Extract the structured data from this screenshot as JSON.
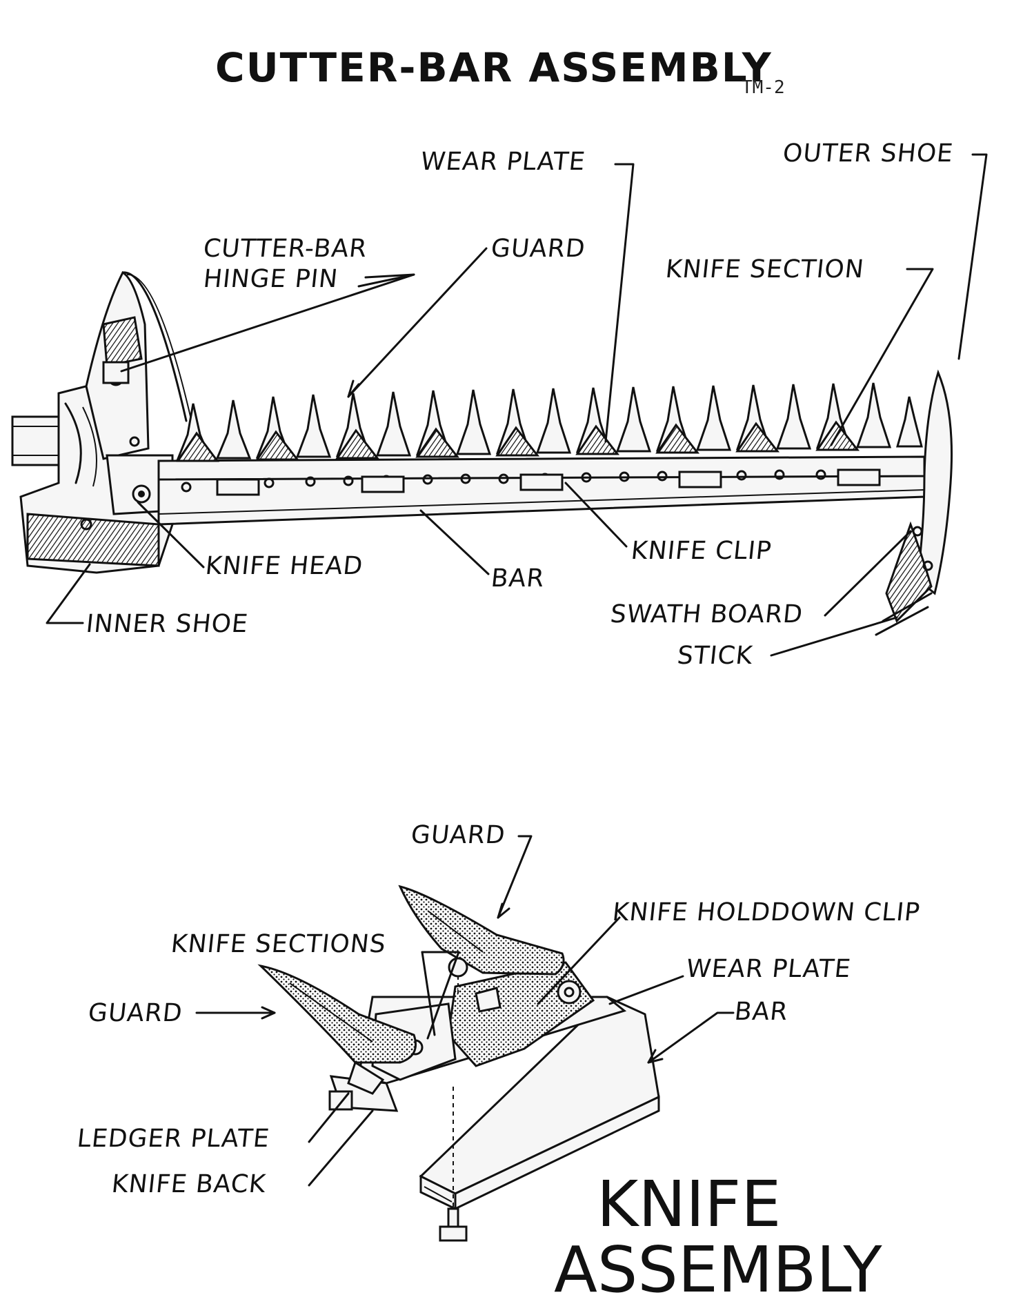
{
  "title": "CUTTER-BAR ASSEMBLY",
  "page_code": "TM-2",
  "cutter_bar": {
    "labels": {
      "wear_plate": "WEAR PLATE",
      "outer_shoe": "OUTER SHOE",
      "hinge_pin_line1": "CUTTER-BAR",
      "hinge_pin_line2": "HINGE PIN",
      "guard": "GUARD",
      "knife_section": "KNIFE SECTION",
      "knife_head": "KNIFE HEAD",
      "bar": "BAR",
      "knife_clip": "KNIFE CLIP",
      "inner_shoe": "INNER SHOE",
      "swath_board": "SWATH BOARD",
      "stick": "STICK"
    }
  },
  "knife_assembly": {
    "title_line1": "KNIFE",
    "title_line2": "ASSEMBLY",
    "labels": {
      "guard_top": "GUARD",
      "knife_holddown_clip": "KNIFE HOLDDOWN CLIP",
      "knife_sections": "KNIFE SECTIONS",
      "wear_plate": "WEAR PLATE",
      "guard_left": "GUARD",
      "bar": "BAR",
      "ledger_plate": "LEDGER PLATE",
      "knife_back": "KNIFE BACK"
    }
  }
}
